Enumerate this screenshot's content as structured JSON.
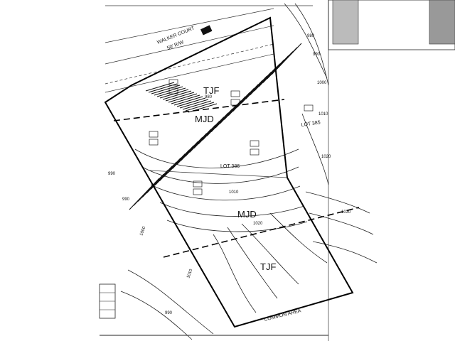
{
  "street": {
    "name": "WALKER COURT",
    "row": "50' R/W"
  },
  "zones": {
    "tjf_top": "TJF",
    "mjd_upper": "MJD",
    "mjd_lower": "MJD",
    "tjf_bottom": "TJF"
  },
  "lots": {
    "lot_385": "LOT 385",
    "lot_386": "LOT 386"
  },
  "common_area": "COMMON AREA",
  "contours": {
    "c_980_top": "980",
    "c_990_top": "990",
    "c_1000_right": "1000",
    "c_1010_right": "1010",
    "c_1020_right": "1020",
    "c_1030_right": "1030",
    "c_980_mid": "980",
    "c_990_left": "990",
    "c_990_left2": "990",
    "c_1000_left": "1000",
    "c_1010_mid": "1010",
    "c_1020_mid": "1020",
    "c_1010_bottom": "1010",
    "c_990_bottom": "990"
  },
  "colors": {
    "ink": "#111111",
    "paper": "#ffffff"
  }
}
